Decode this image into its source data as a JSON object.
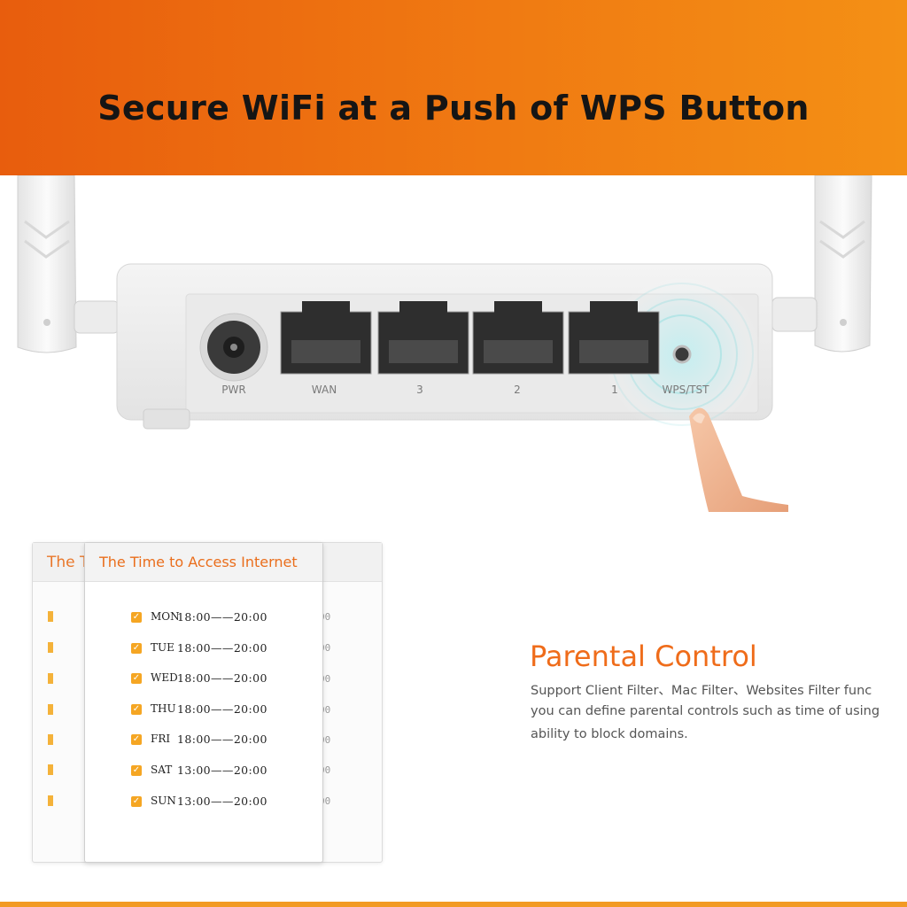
{
  "banner": {
    "title": "Secure WiFi at a Push of WPS Button"
  },
  "router": {
    "port_labels": [
      "PWR",
      "WAN",
      "3",
      "2",
      "1",
      "WPS/TST"
    ]
  },
  "schedule_panel": {
    "back_header": "The Time to Access Internet",
    "header": "The Time to Access Internet",
    "back_edge_digits": "00",
    "rows": [
      {
        "day": "MON",
        "time": "18:00——20:00"
      },
      {
        "day": "TUE",
        "time": "18:00——20:00"
      },
      {
        "day": "WED",
        "time": "18:00——20:00"
      },
      {
        "day": "THU",
        "time": "18:00——20:00"
      },
      {
        "day": "FRI",
        "time": "18:00——20:00"
      },
      {
        "day": "SAT",
        "time": "13:00——20:00"
      },
      {
        "day": "SUN",
        "time": "13:00——20:00"
      }
    ]
  },
  "parental_control": {
    "title": "Parental Control",
    "lines": [
      "Support Client Filter、Mac Filter、Websites Filter func",
      "you can define parental controls such as time of using",
      "ability to block domains."
    ]
  },
  "colors": {
    "banner_start": "#e85d0d",
    "banner_end": "#f49015",
    "accent_orange": "#ef6c1a",
    "checkbox": "#f5a623"
  }
}
